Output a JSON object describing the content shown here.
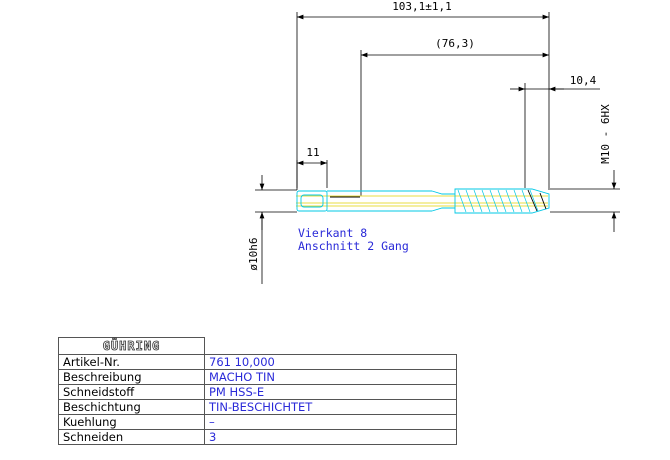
{
  "dimensions": {
    "overall_length": "103,1±1,1",
    "reference_length": "(76,3)",
    "thread_length": "10,4",
    "square_length": "11",
    "thread_spec": "M10 - 6HX",
    "shank_diameter": "ø10h6"
  },
  "notes": {
    "line1": "Vierkant 8",
    "line2": "Anschnitt 2 Gang"
  },
  "title_block": {
    "brand": "GÜHRING",
    "rows": [
      {
        "label": "Artikel-Nr.",
        "value": "761 10,000"
      },
      {
        "label": "Beschreibung",
        "value": "MACHO TIN"
      },
      {
        "label": "Schneidstoff",
        "value": "PM HSS-E"
      },
      {
        "label": "Beschichtung",
        "value": "TIN-BESCHICHTET"
      },
      {
        "label": "Kuehlung",
        "value": "–"
      },
      {
        "label": "Schneiden",
        "value": "3"
      }
    ]
  },
  "colors": {
    "dimension_lines": "#000000",
    "outline": "#00c8e6",
    "hidden_lines": "#e8dc40",
    "note_text": "#2a2ad8",
    "table_values": "#2a2ad8"
  }
}
